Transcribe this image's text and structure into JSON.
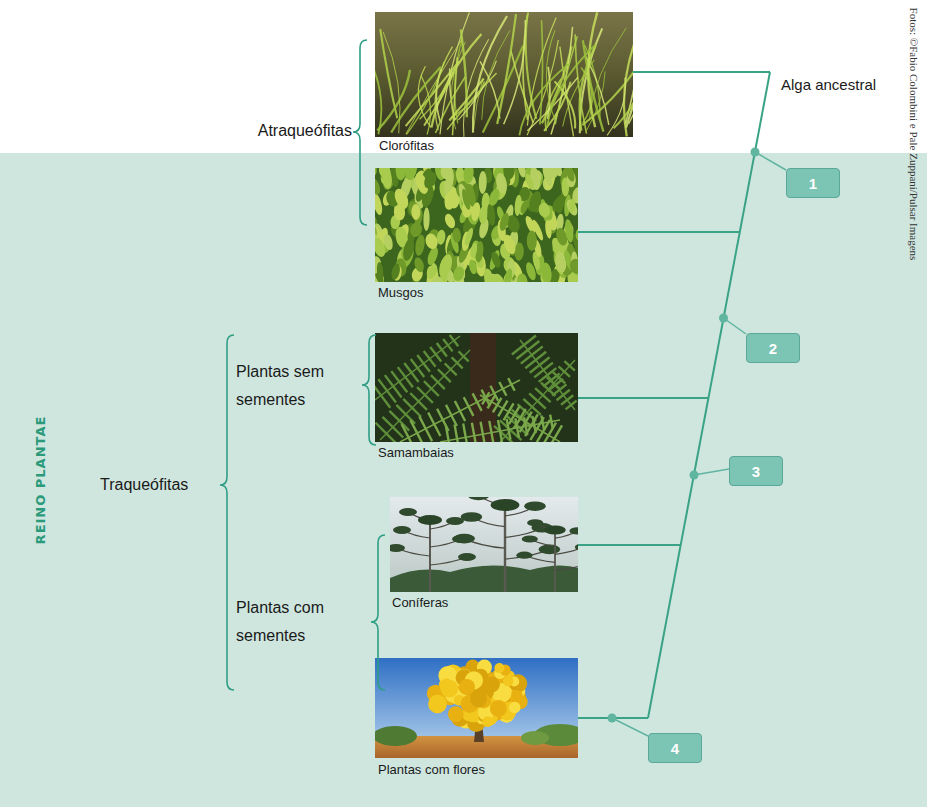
{
  "diagram": {
    "nodes": [
      {
        "text": [
          "REINO PLANTAE"
        ]
      },
      {
        "text": [
          "1"
        ],
        "in": 0
      },
      {
        "text": [
          "2"
        ],
        "in": 0
      },
      {
        "text": [
          "3"
        ],
        "in": 0
      },
      {
        "text": [
          "4"
        ],
        "in": 0
      }
    ],
    "labels": [
      "Atraqueófitas",
      "Clorófitas",
      "Alga ancestral",
      "Musgos",
      "Plantas sem sementes",
      "Samambaias",
      "Traqueófitas",
      "Coníferas",
      "Plantas com sementes",
      "Plantas com flores",
      "Fotos: ©Fabio Colombini e Pale Zuppani/Pulsar Imagens"
    ]
  }
}
